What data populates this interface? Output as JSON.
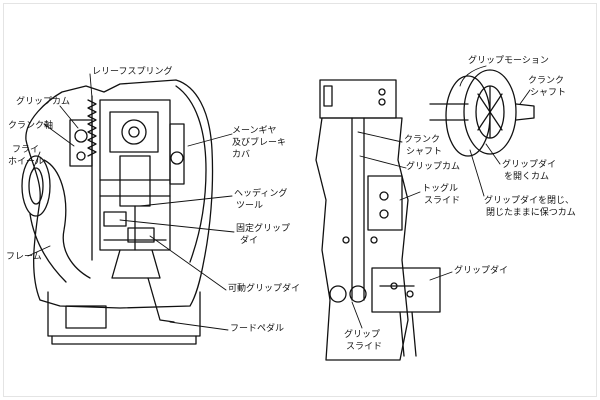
{
  "colors": {
    "ink": "#111111",
    "paper": "#ffffff",
    "shade": "#d9d9d9"
  },
  "left_figure": {
    "labels": {
      "relief_spring": "レリーフスプリング",
      "grip_cam": "グリップカム",
      "crank_shaft": "クランク軸",
      "flywheel_1": "フライ",
      "flywheel_2": "ホイール",
      "main_gear_1": "メーンギヤ",
      "main_gear_2": "及びブレーキ",
      "main_gear_3": "カバ",
      "heading_tool_1": "ヘッディング",
      "heading_tool_2": "ツール",
      "fixed_grip_die_1": "固定グリップ",
      "fixed_grip_die_2": "ダイ",
      "frame": "フレーム",
      "movable_grip_die": "可動グリップダイ",
      "foot_pedal": "フードペダル"
    }
  },
  "right_figure": {
    "labels": {
      "grip_motion": "グリップモーション",
      "crank_shaft_top_1": "クランク",
      "crank_shaft_top_2": "シャフト",
      "crank_shaft_1": "クランク",
      "crank_shaft_2": "シャフト",
      "grip_cam": "グリップカム",
      "toggle_slide_1": "トッグル",
      "toggle_slide_2": "スライド",
      "open_cam_1": "グリップダイ",
      "open_cam_2": "を開くカム",
      "close_cam_1": "グリップダイを閉じ、",
      "close_cam_2": "閉じたままに保つカム",
      "grip_die": "グリップダイ",
      "grip_slide_1": "グリップ",
      "grip_slide_2": "スライド"
    }
  }
}
